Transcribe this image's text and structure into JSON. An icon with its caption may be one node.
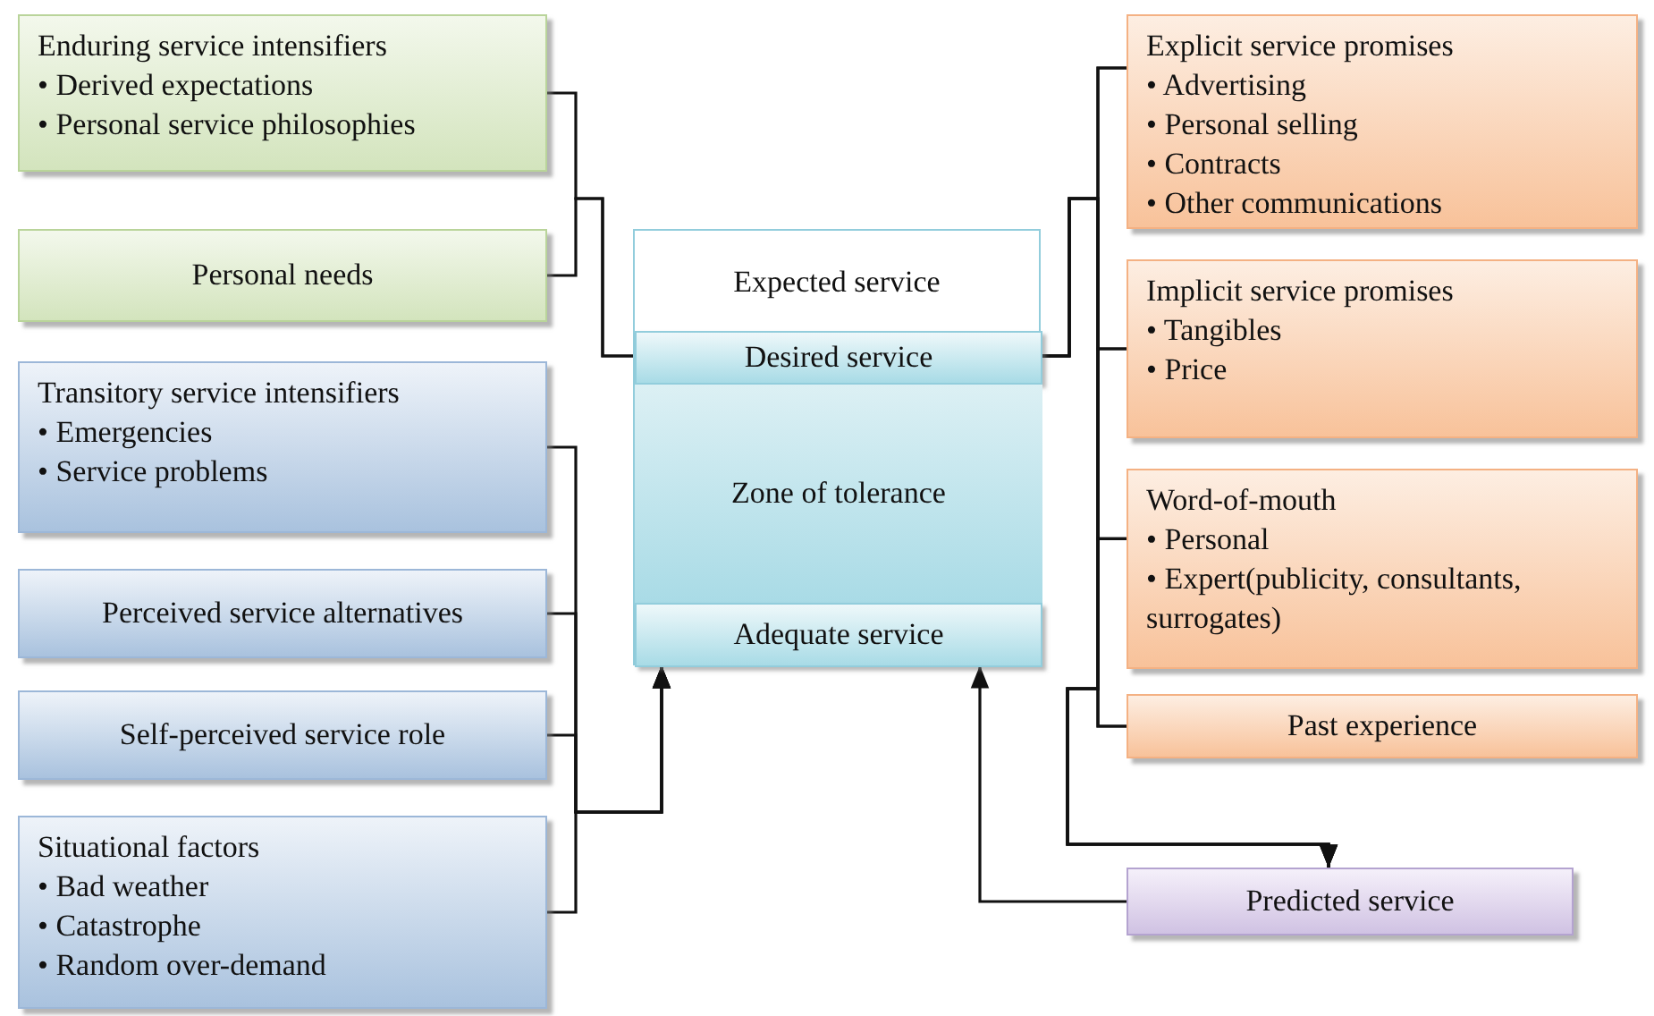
{
  "diagram": {
    "nodes": [
      {
        "text": [
          "Enduring service intensifiers",
          "• Derived expectations",
          "• Personal service philosophies"
        ]
      },
      {
        "text": [
          "Personal needs"
        ]
      },
      {
        "text": [
          "Transitory service intensifiers",
          "• Emergencies",
          "• Service problems"
        ]
      },
      {
        "text": [
          "Perceived service alternatives"
        ]
      },
      {
        "text": [
          "Self-perceived service role"
        ]
      },
      {
        "text": [
          "Situational factors",
          "• Bad weather",
          "• Catastrophe",
          "• Random over-demand"
        ]
      },
      {
        "text": [
          "Expected service"
        ]
      },
      {
        "text": [
          "Desired service"
        ],
        "in": 6
      },
      {
        "text": [
          "Zone of tolerance"
        ],
        "in": 6
      },
      {
        "text": [
          "Adequate service"
        ],
        "in": 6
      },
      {
        "text": [
          "Explicit service promises",
          "• Advertising",
          "• Personal selling",
          "• Contracts",
          "• Other communications"
        ]
      },
      {
        "text": [
          "Implicit service promises",
          "• Tangibles",
          "• Price"
        ]
      },
      {
        "text": [
          "Word-of-mouth",
          "• Personal",
          "• Expert(publicity, consultants, surrogates)"
        ]
      },
      {
        "text": [
          "Past experience"
        ]
      },
      {
        "text": [
          "Predicted service"
        ]
      }
    ],
    "edges": [
      {
        "from": 0,
        "to": 7,
        "arrow": "none"
      },
      {
        "from": 1,
        "to": 7,
        "arrow": "none"
      },
      {
        "from": 2,
        "to": 9,
        "arrow": "to"
      },
      {
        "from": 3,
        "to": 9,
        "arrow": "to"
      },
      {
        "from": 4,
        "to": 9,
        "arrow": "to"
      },
      {
        "from": 5,
        "to": 9,
        "arrow": "to"
      },
      {
        "from": 10,
        "to": 7,
        "arrow": "none"
      },
      {
        "from": 11,
        "to": 7,
        "arrow": "none"
      },
      {
        "from": 12,
        "to": 7,
        "arrow": "none"
      },
      {
        "from": 13,
        "to": 7,
        "arrow": "none"
      },
      {
        "from": 10,
        "to": 14,
        "arrow": "to"
      },
      {
        "from": 11,
        "to": 14,
        "arrow": "to"
      },
      {
        "from": 12,
        "to": 14,
        "arrow": "to"
      },
      {
        "from": 13,
        "to": 14,
        "arrow": "to"
      },
      {
        "from": 14,
        "to": 9,
        "arrow": "to"
      }
    ]
  }
}
